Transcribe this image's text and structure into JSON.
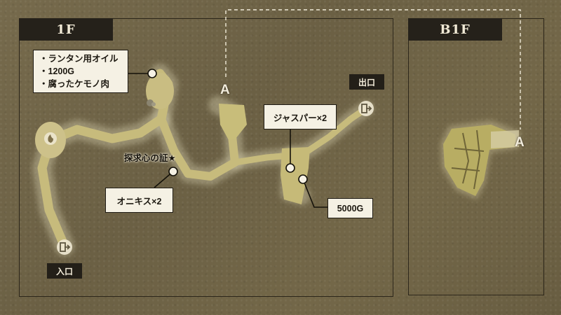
{
  "floors": {
    "f1": {
      "label": "1F"
    },
    "b1": {
      "label": "B1F"
    }
  },
  "connector": {
    "label_1f": "A",
    "label_b1f": "A"
  },
  "exits": {
    "exit_label": "出口",
    "entrance_label": "入口"
  },
  "callouts": {
    "items_box": {
      "items": [
        "・ランタン用オイル",
        "・1200G",
        "・腐ったケモノ肉"
      ]
    },
    "jasper": "ジャスパー×2",
    "onyx": "オニキス×2",
    "gold": "5000G",
    "seeker_proof": "探求心の証★"
  },
  "icons": {
    "exit_icon": "door-exit-icon",
    "entrance_icon": "door-exit-icon",
    "savepoint_icon": "flame-sigil-icon",
    "rubble_icon": "rubble-icon"
  },
  "colors": {
    "background": "#6f6447",
    "path": "#c9bd80",
    "tag_dark": "#231f18",
    "callout_fill": "#f5f1e4"
  }
}
